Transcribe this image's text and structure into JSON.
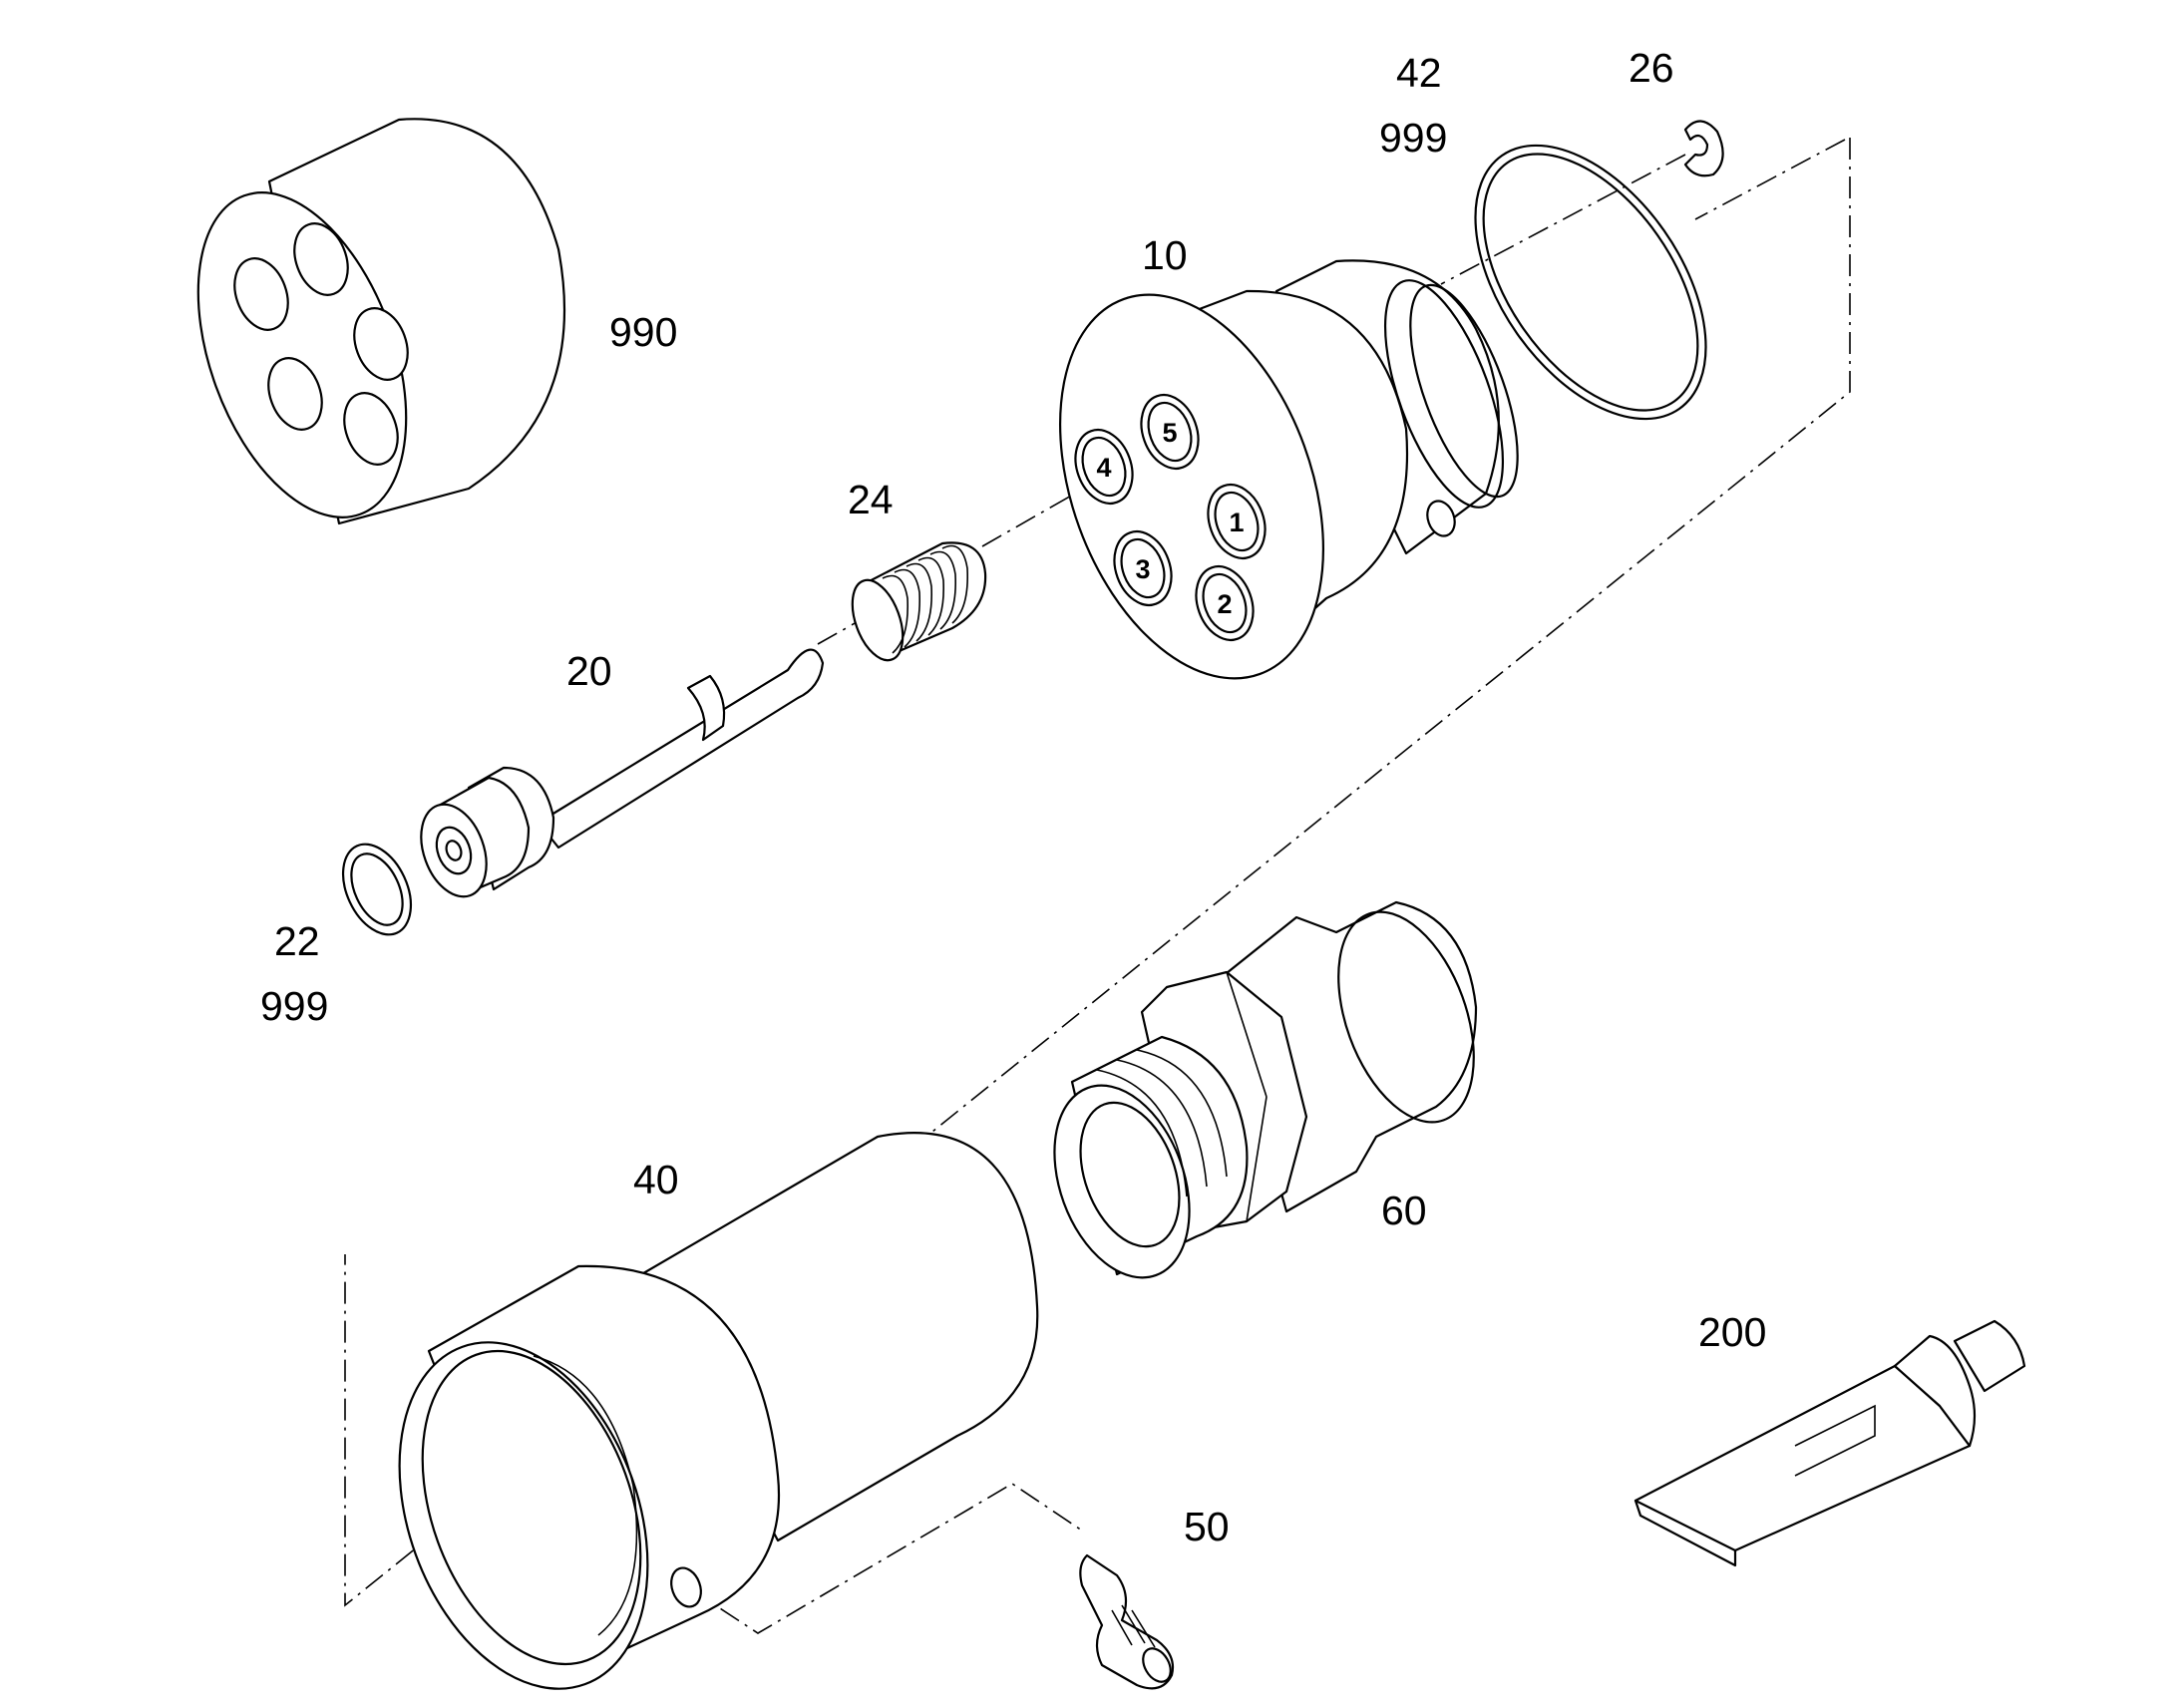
{
  "labels": {
    "p990": "990",
    "p42": "42",
    "p42_999": "999",
    "p26": "26",
    "p10": "10",
    "p24": "24",
    "p20": "20",
    "p22": "22",
    "p22_999": "999",
    "p40": "40",
    "p60": "60",
    "p50": "50",
    "p200": "200"
  },
  "hole_numbers": {
    "h1": "1",
    "h2": "2",
    "h3": "3",
    "h4": "4",
    "h5": "5"
  }
}
